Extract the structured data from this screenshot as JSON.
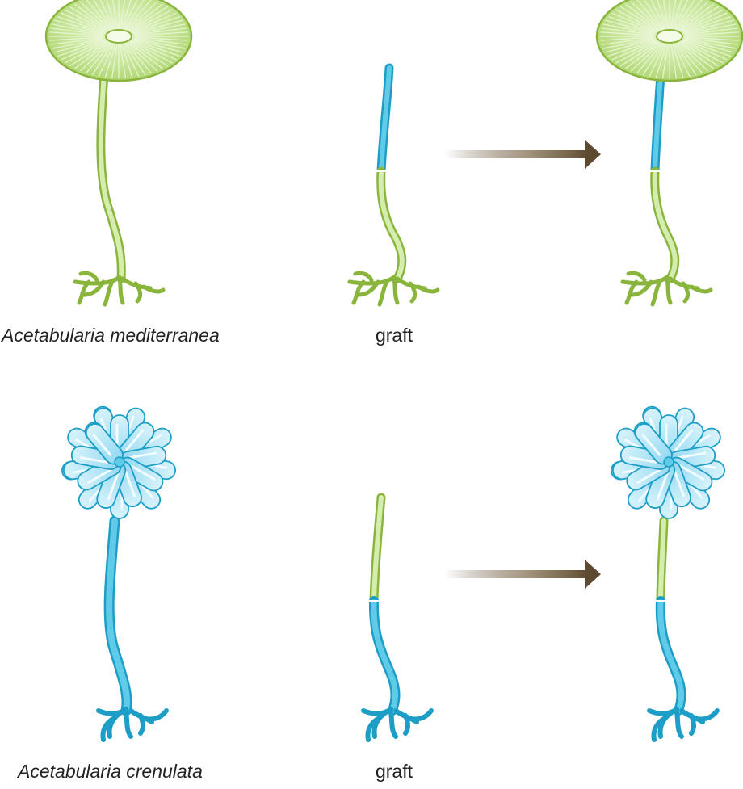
{
  "labels": {
    "top_species": "Acetabularia mediterranea",
    "top_graft": "graft",
    "bottom_species": "Acetabularia crenulata",
    "bottom_graft": "graft"
  },
  "colors": {
    "green_fill": "#d6edb0",
    "green_stroke": "#8ab53c",
    "green_cap_dark": "#b8dc7a",
    "blue_fill": "#5fcbe8",
    "blue_stroke": "#1c9ec7",
    "blue_cap_light": "#c4ecf8",
    "blue_cap_mid": "#8fd8f1",
    "arrow_dark": "#5e4a30"
  }
}
